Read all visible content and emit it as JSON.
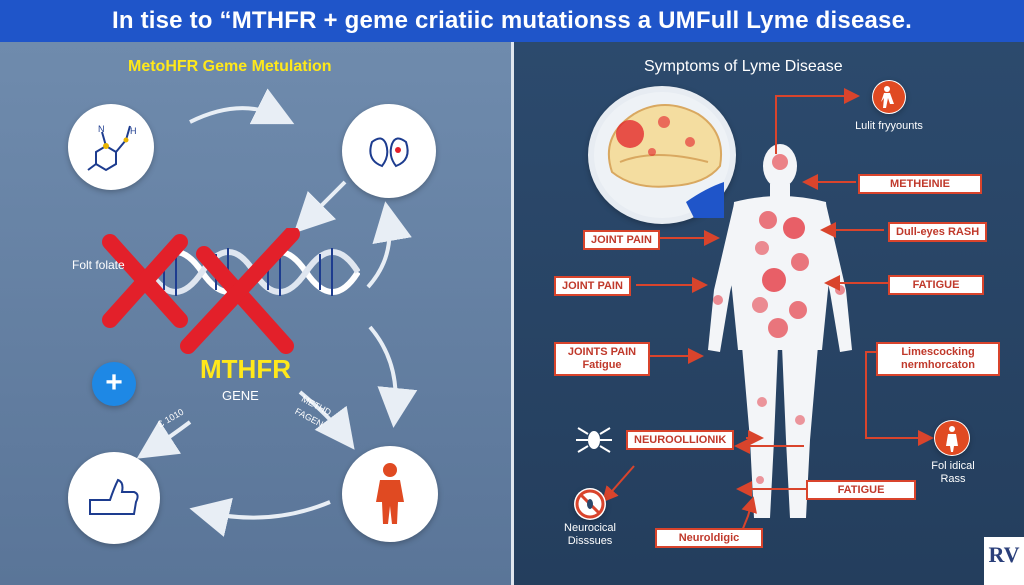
{
  "title": "In tise to “MTHFR + geme criatiic mutationss a UMFull Lyme disease.",
  "left": {
    "heading": "MetoHFR Geme Metulation",
    "folate_label": "Folt folate",
    "mthfr_label": "MTHFR",
    "gene_label": "GENE",
    "plus_symbol": "+",
    "small_left": "Ɛ 1010",
    "small_right": "METHD FAGEN"
  },
  "right": {
    "heading": "Symptoms of Lyme Disease",
    "labels": {
      "joint_pain_1": "JOINT PAIN",
      "joint_pain_2": "JOINT PAIN",
      "joints_fatigue": "JOINTS PAIN Fatigue",
      "neuro_box": "NEUROOLLIONIK",
      "neuro_dis": "Neurocical Disssues",
      "neuro_bottom": "Neuroldigic",
      "methein": "METHEINIE",
      "rash": "Dull-eyes RASH",
      "fatigue_right": "FATIGUE",
      "lime": "Limescocking nermhorcaton",
      "fatigue_bottom": "FATIGUE",
      "top_right": "Lulit fryyounts",
      "bottom_right": "Fol idical Rass"
    }
  },
  "colors": {
    "title_bg": "#1f55c9",
    "left_bg": "#6a86a8",
    "right_bg": "#2a476a",
    "accent_yellow": "#ffe81a",
    "cross_red": "#e3202a",
    "arrow_red": "#d9442c"
  },
  "logo_text": "RV"
}
